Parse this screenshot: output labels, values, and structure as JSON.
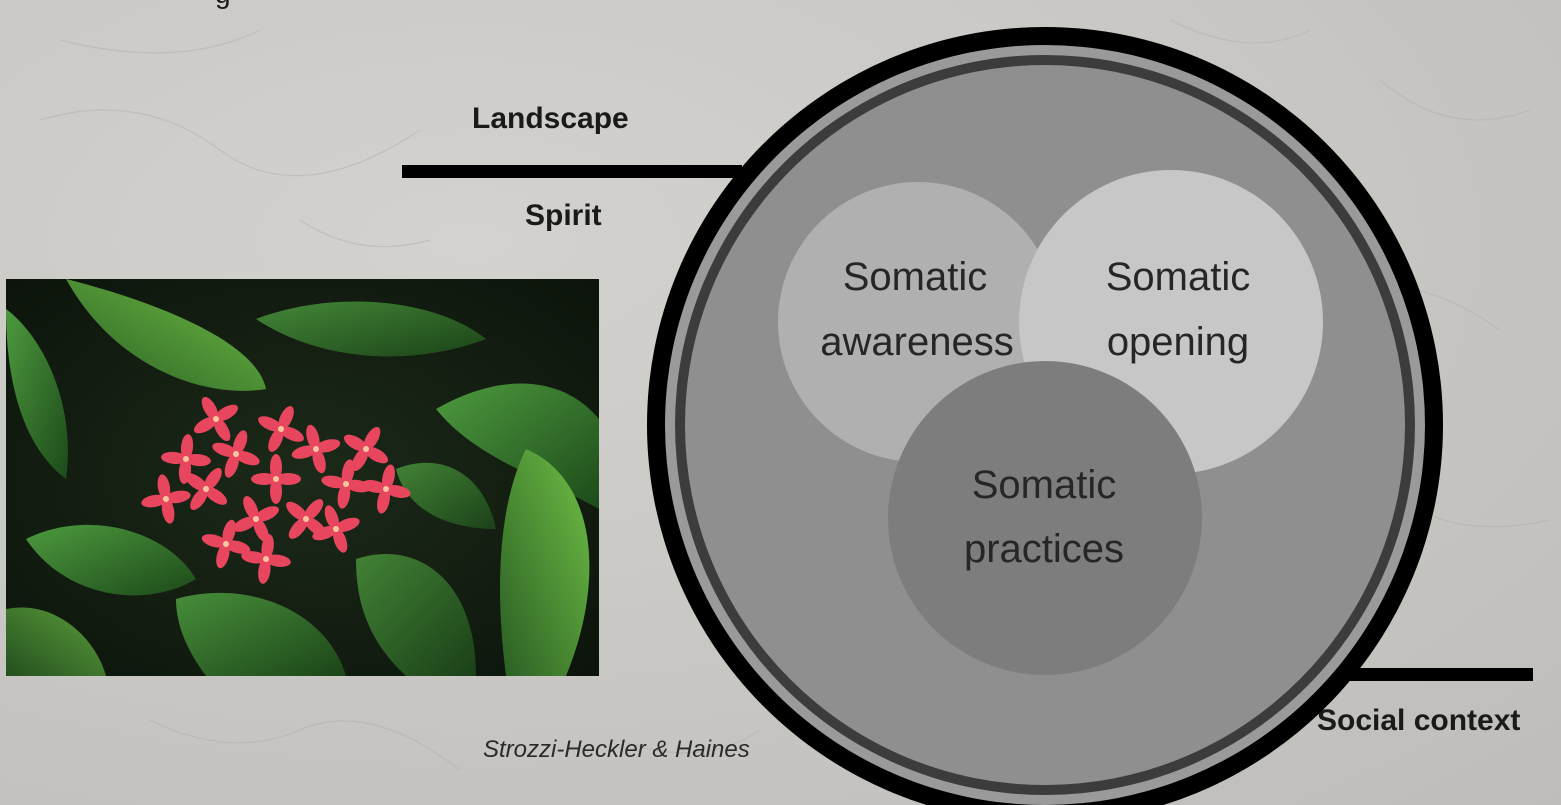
{
  "labels": {
    "landscape": "Landscape",
    "spirit": "Spirit",
    "social_context": "Social context",
    "credit": "Strozzi-Heckler & Haines",
    "top_cut": "g"
  },
  "venn": {
    "awareness": [
      "Somatic",
      "awareness"
    ],
    "opening": [
      "Somatic",
      "opening"
    ],
    "practices": [
      "Somatic",
      "practices"
    ]
  },
  "colors": {
    "background": "#c9c7c3",
    "outer_ring": "#000000",
    "inner_band": "#3c3c3c",
    "disc": "#8f8f8f",
    "awareness_circle": "#b0b0b0",
    "opening_circle": "#c7c7c7",
    "practices_circle": "#7d7d7d",
    "flower": "#e8465e",
    "leaves": "#2f6d2a"
  },
  "image": {
    "subject": "red-ixora-flower-photo"
  }
}
